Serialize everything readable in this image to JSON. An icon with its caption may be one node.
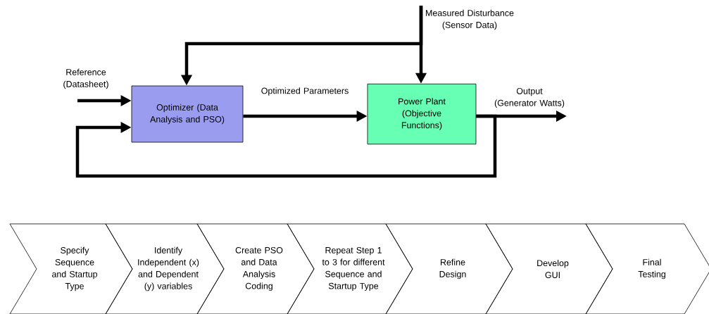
{
  "diagram": {
    "nodes": [
      {
        "text": [
          "Reference (Datasheet)"
        ]
      },
      {
        "text": [
          "Optimizer (Data Analysis and PSO)"
        ]
      },
      {
        "text": [
          "Power Plant (Objective Functions)"
        ]
      },
      {
        "text": [
          "Measured Disturbance (Sensor Data)"
        ]
      },
      {
        "text": [
          "Specify Sequence and Startup Type"
        ]
      },
      {
        "text": [
          "Identify Independent (x) and Dependent (y) variables"
        ]
      },
      {
        "text": [
          "Create PSO and Data Analysis Coding"
        ]
      },
      {
        "text": [
          "Repeat Step 1 to 3 for different Sequence and Startup Type"
        ]
      },
      {
        "text": [
          "Refine Design"
        ]
      },
      {
        "text": [
          "Develop GUI"
        ]
      },
      {
        "text": [
          "Final Testing"
        ]
      }
    ],
    "edges": [
      {
        "from": 0,
        "to": 1,
        "arrow": "to"
      },
      {
        "from": 1,
        "to": 2,
        "arrow": "to",
        "label": "Optimized Parameters"
      },
      {
        "from": 3,
        "to": 1,
        "arrow": "to"
      },
      {
        "from": 3,
        "to": 2,
        "arrow": "to"
      },
      {
        "from": 2,
        "to": null,
        "arrow": "to",
        "label": "Output (Generator Watts)"
      },
      {
        "from": 2,
        "to": 1,
        "arrow": "to"
      }
    ]
  }
}
